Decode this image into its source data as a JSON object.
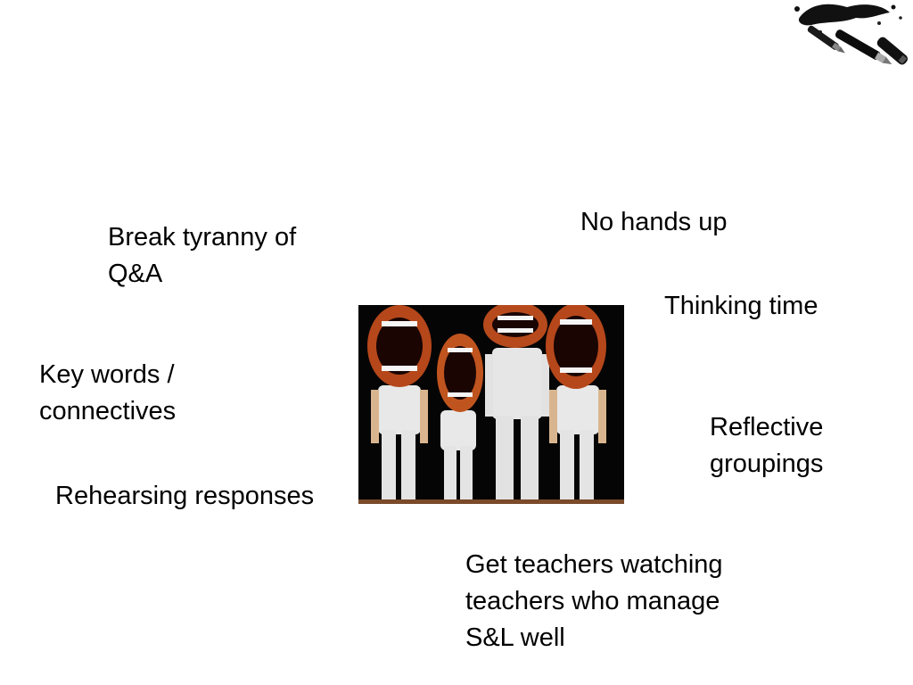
{
  "slide": {
    "items": {
      "break_tyranny": "Break tyranny of\nQ&A",
      "no_hands_up": "No hands up",
      "thinking_time": "Thinking time",
      "key_words": "Key words /\nconnectives",
      "reflective_groupings": "Reflective\ngroupings",
      "rehearsing_responses": "Rehearsing responses",
      "teachers_watching": "Get teachers watching\nteachers who manage\nS&L well"
    },
    "images": {
      "center": "mouth-headed-figures",
      "corner": "ink-pens-splash"
    }
  }
}
